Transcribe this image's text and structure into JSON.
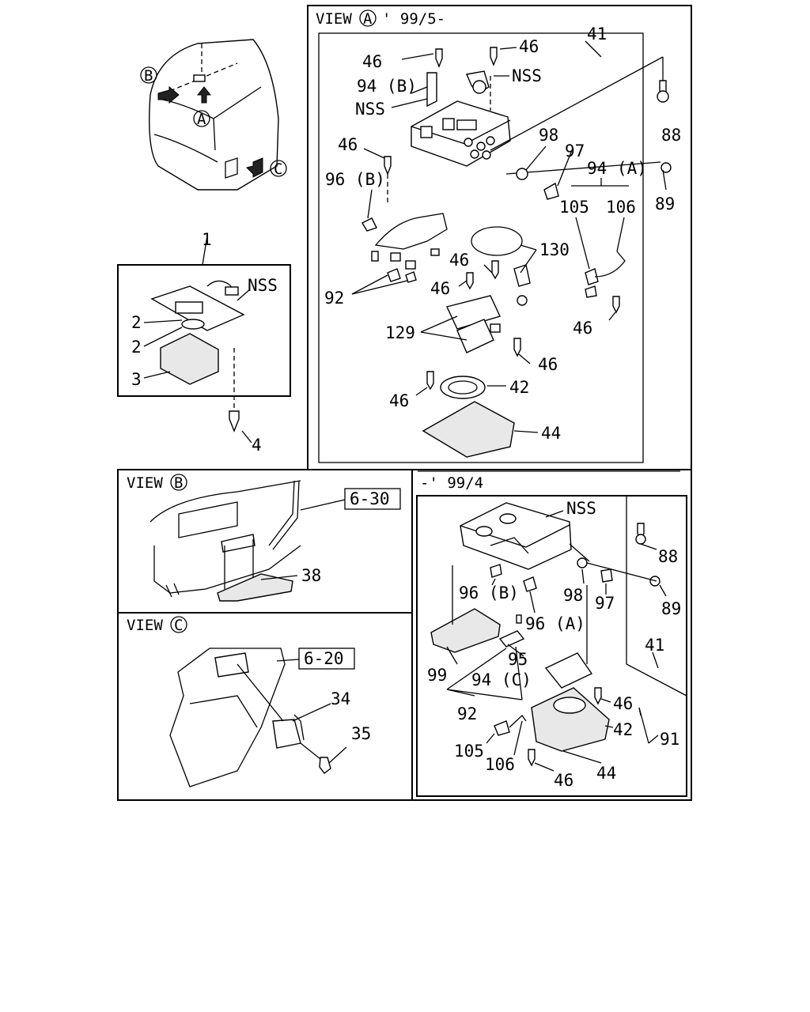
{
  "views": {
    "a": {
      "prefix": "VIEW",
      "letter": "A",
      "suffix": "' 99/5-"
    },
    "b": {
      "prefix": "VIEW",
      "letter": "B"
    },
    "c": {
      "prefix": "VIEW",
      "letter": "C"
    },
    "early": {
      "label": "-' 99/4"
    }
  },
  "cab_markers": [
    "B",
    "A",
    "C"
  ],
  "refs": {
    "b": "6-30",
    "c": "6-20"
  },
  "callouts": {
    "left": [
      "1",
      "NSS",
      "2",
      "2",
      "3",
      "4"
    ],
    "view_a": [
      "41",
      "46",
      "46",
      "NSS",
      "94 (B)",
      "NSS",
      "88",
      "46",
      "98",
      "97",
      "96 (B)",
      "94 (A)",
      "89",
      "105",
      "106",
      "130",
      "46",
      "46",
      "92",
      "129",
      "46",
      "46",
      "42",
      "46",
      "44"
    ],
    "view_b": [
      "38"
    ],
    "view_c": [
      "34",
      "35"
    ],
    "view_early": [
      "NSS",
      "88",
      "96 (B)",
      "98",
      "97",
      "89",
      "96 (A)",
      "41",
      "95",
      "99",
      "94 (C)",
      "46",
      "92",
      "42",
      "91",
      "105",
      "106",
      "44",
      "46"
    ]
  }
}
